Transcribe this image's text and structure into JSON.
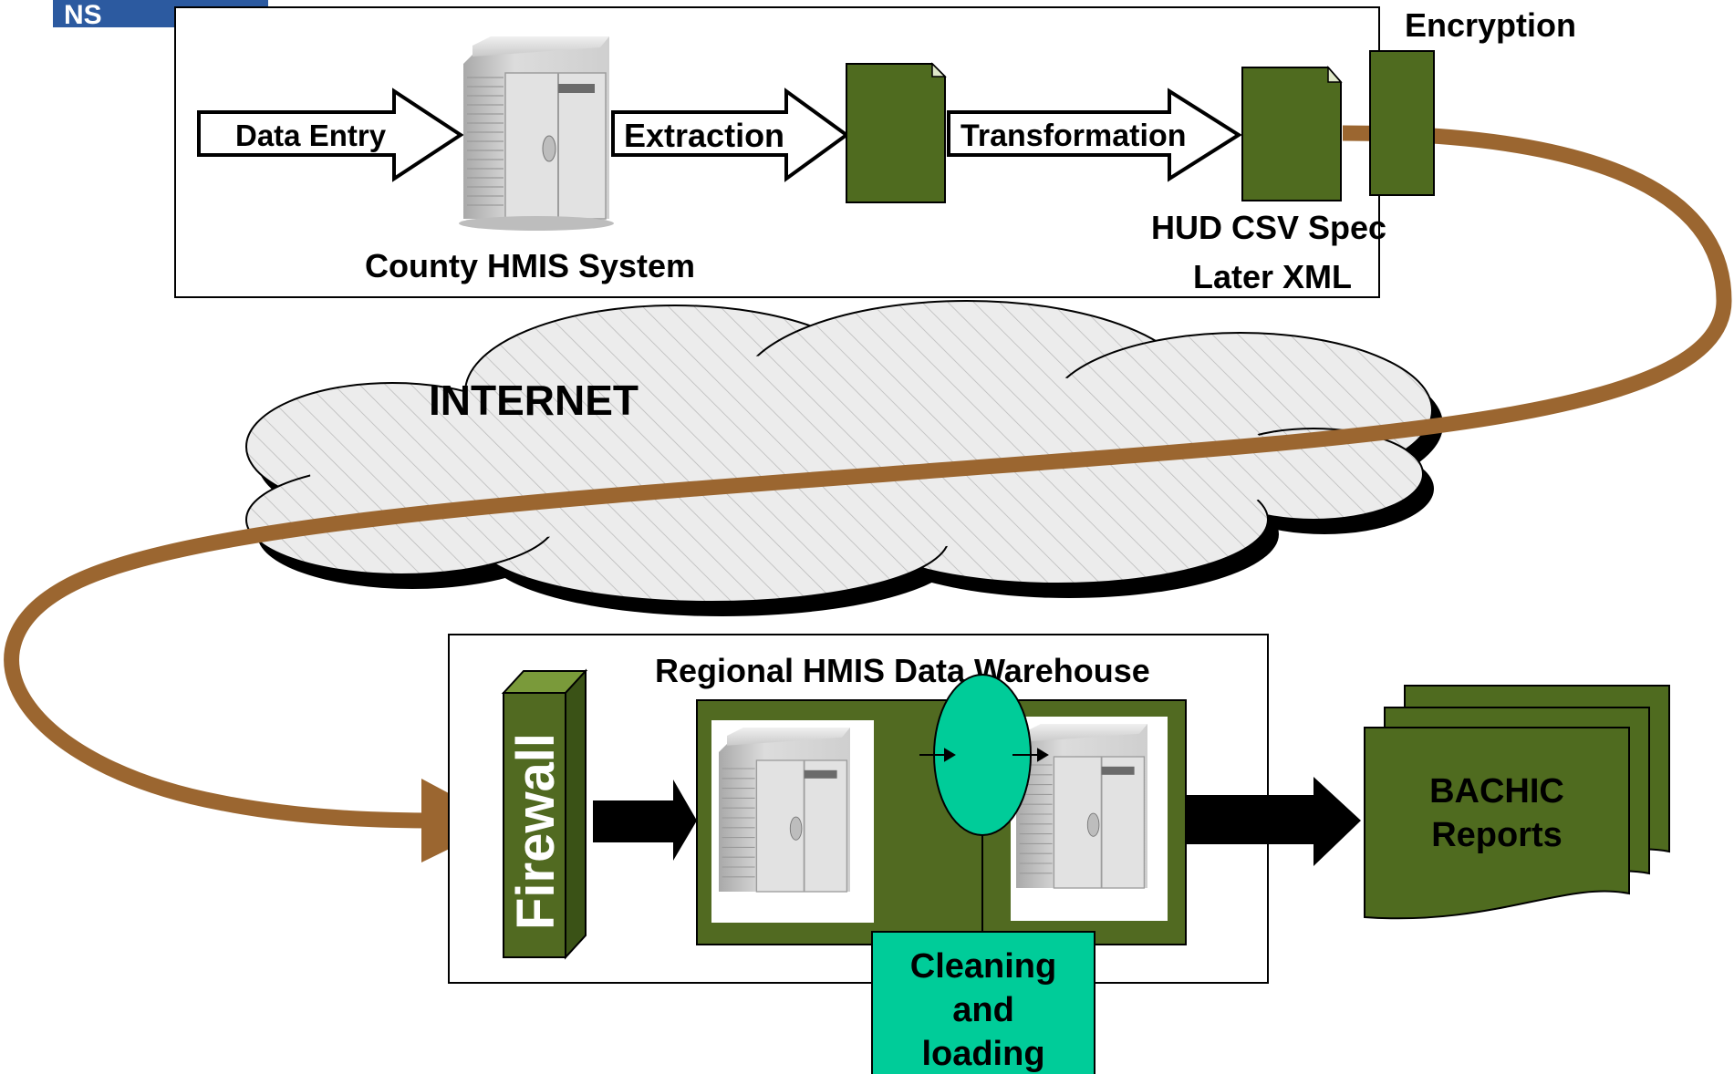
{
  "logo": {
    "text": "NS",
    "color": "#2c5aa0"
  },
  "county_system": {
    "data_entry": "Data Entry",
    "extraction": "Extraction",
    "transformation": "Transformation",
    "server_label": "County HMIS System",
    "spec_line1": "HUD CSV Spec",
    "spec_line2": "Later XML",
    "encryption": "Encryption"
  },
  "internet": {
    "label": "INTERNET"
  },
  "warehouse": {
    "title": "Regional HMIS Data Warehouse",
    "firewall": "Firewall",
    "cleaning_line1": "Cleaning",
    "cleaning_line2": "and",
    "cleaning_line3": "loading"
  },
  "reports": {
    "line1": "BACHIC",
    "line2": "Reports"
  },
  "colors": {
    "document_green": "#4f6b1f",
    "warehouse_green": "#516a21",
    "teal": "#00cc99",
    "tunnel_brown": "#9b6630",
    "cloud_fill": "#ececec",
    "border": "#000000"
  }
}
